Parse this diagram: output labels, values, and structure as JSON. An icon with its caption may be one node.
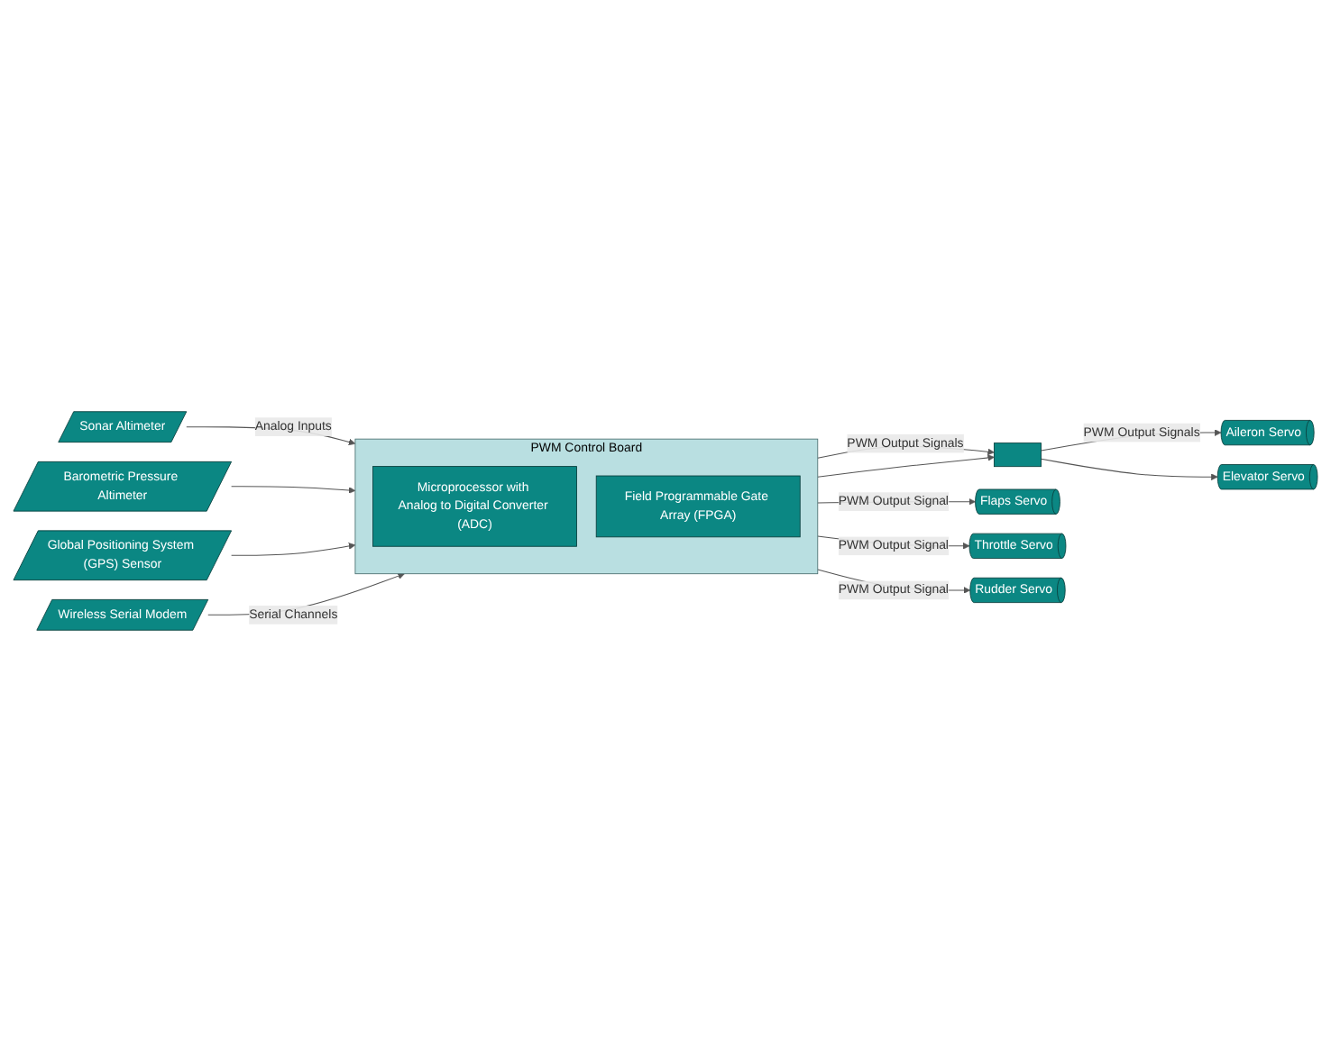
{
  "diagram": {
    "nodes": [
      {
        "text": [
          "Sonar Altimeter"
        ]
      },
      {
        "text": [
          "Barometric Pressure Altimeter"
        ]
      },
      {
        "text": [
          "Global Positioning System (GPS) Sensor"
        ]
      },
      {
        "text": [
          "Wireless Serial Modem"
        ]
      },
      {
        "text": [
          "PWM Control Board"
        ]
      },
      {
        "text": [
          "Microprocessor with Analog to Digital Converter (ADC)"
        ],
        "in": 4
      },
      {
        "text": [
          "Field Programmable Gate Array (FPGA)"
        ],
        "in": 4
      },
      {
        "text": [],
        "shape": "box"
      },
      {
        "text": [
          "Flaps Servo"
        ]
      },
      {
        "text": [
          "Throttle Servo"
        ]
      },
      {
        "text": [
          "Rudder Servo"
        ]
      },
      {
        "text": [
          "Aileron Servo"
        ]
      },
      {
        "text": [
          "Elevator Servo"
        ]
      }
    ],
    "edges": [
      {
        "from": 0,
        "to": 4,
        "arrow": "to",
        "label": "Analog Inputs"
      },
      {
        "from": 1,
        "to": 4,
        "arrow": "to"
      },
      {
        "from": 2,
        "to": 4,
        "arrow": "to"
      },
      {
        "from": 3,
        "to": 4,
        "arrow": "to",
        "label": "Serial Channels"
      },
      {
        "from": 4,
        "to": 8,
        "arrow": "to",
        "label": "PWM Output Signal"
      },
      {
        "from": 4,
        "to": 9,
        "arrow": "to",
        "label": "PWM Output Signal"
      },
      {
        "from": 4,
        "to": 10,
        "arrow": "to",
        "label": "PWM Output Signal"
      },
      {
        "from": 4,
        "to": 7,
        "arrow": "to",
        "label": "PWM Output Signals"
      },
      {
        "from": 4,
        "to": 7,
        "arrow": "to"
      },
      {
        "from": 7,
        "to": 11,
        "arrow": "to",
        "label": "PWM Output Signals"
      },
      {
        "from": 7,
        "to": 12,
        "arrow": "to"
      }
    ]
  }
}
